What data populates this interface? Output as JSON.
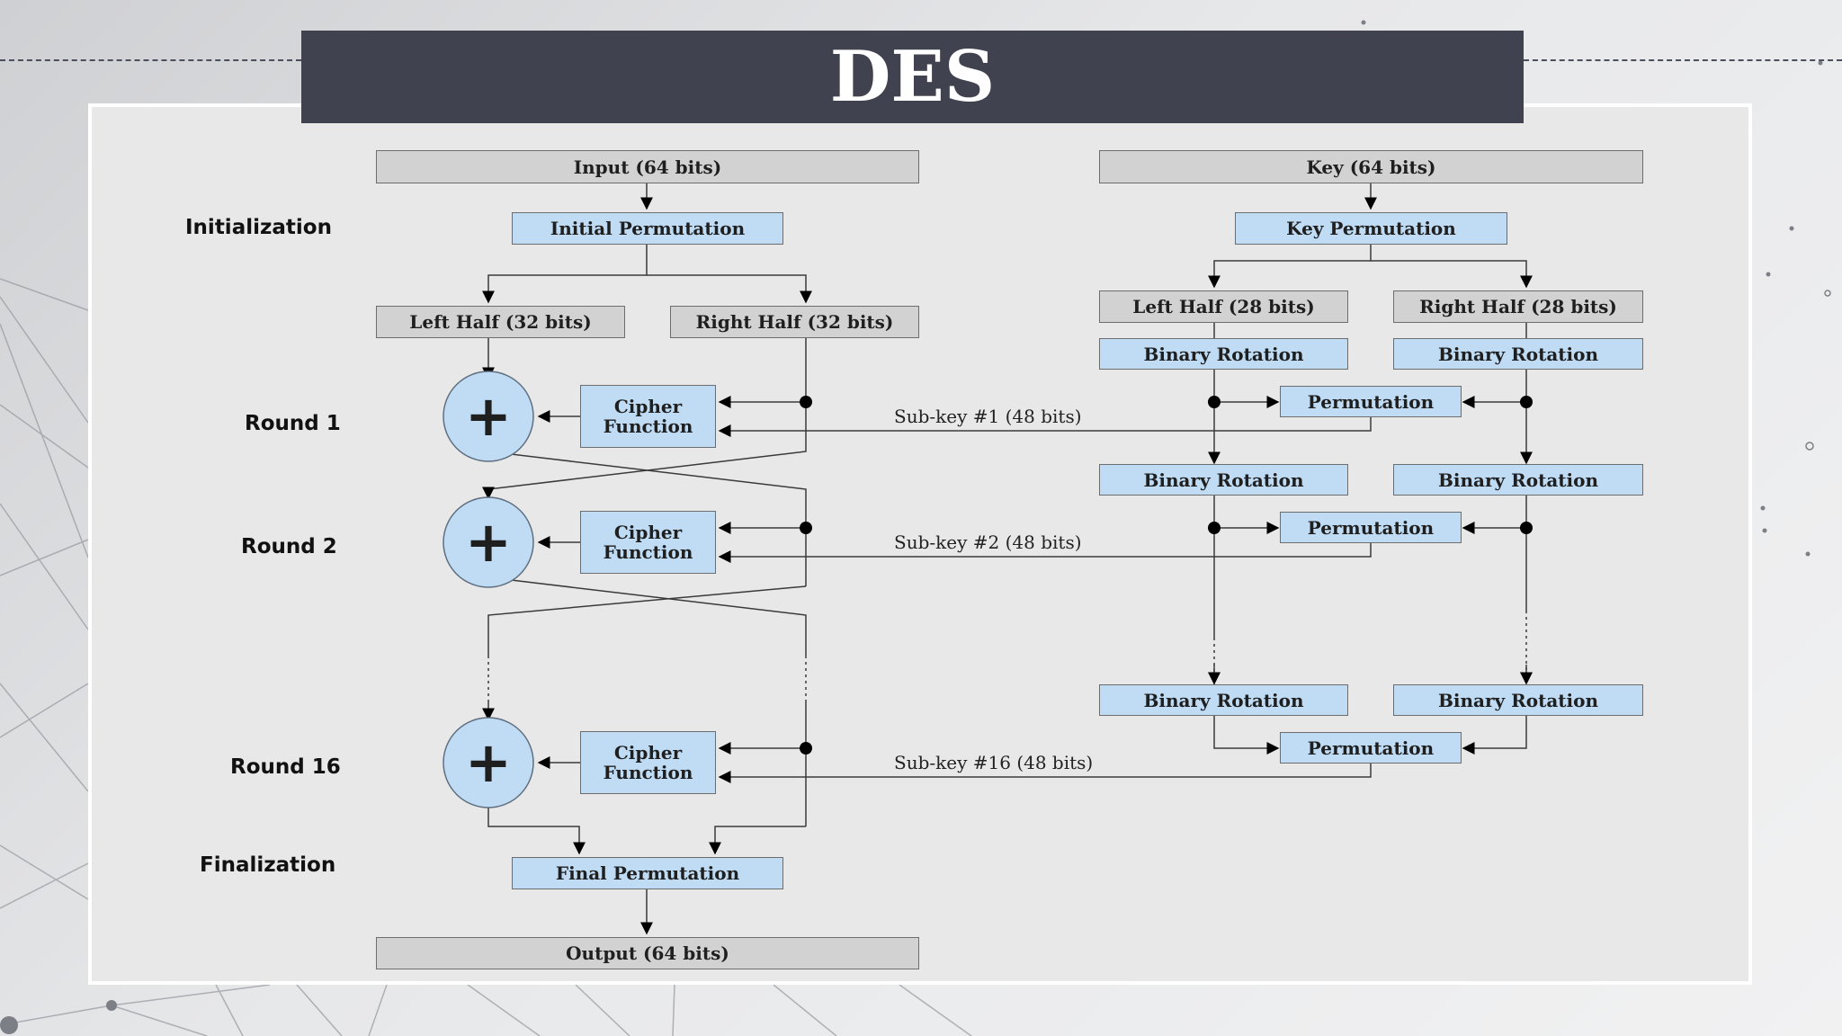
{
  "slide": {
    "title": "DES"
  },
  "stages": {
    "initialization": "Initialization",
    "round1": "Round 1",
    "round2": "Round 2",
    "round16": "Round 16",
    "finalization": "Finalization"
  },
  "data_path": {
    "input": "Input (64 bits)",
    "initial_permutation": "Initial Permutation",
    "left_half": "Left Half (32 bits)",
    "right_half": "Right Half (32 bits)",
    "cipher_function": "Cipher Function",
    "xor_symbol": "+",
    "final_permutation": "Final Permutation",
    "output": "Output (64 bits)"
  },
  "key_schedule": {
    "key": "Key (64 bits)",
    "key_permutation": "Key Permutation",
    "left_half": "Left Half (28 bits)",
    "right_half": "Right Half (28 bits)",
    "binary_rotation": "Binary Rotation",
    "permutation": "Permutation"
  },
  "subkeys": {
    "k1": "Sub-key #1 (48 bits)",
    "k2": "Sub-key #2 (48 bits)",
    "k16": "Sub-key #16 (48 bits)"
  }
}
